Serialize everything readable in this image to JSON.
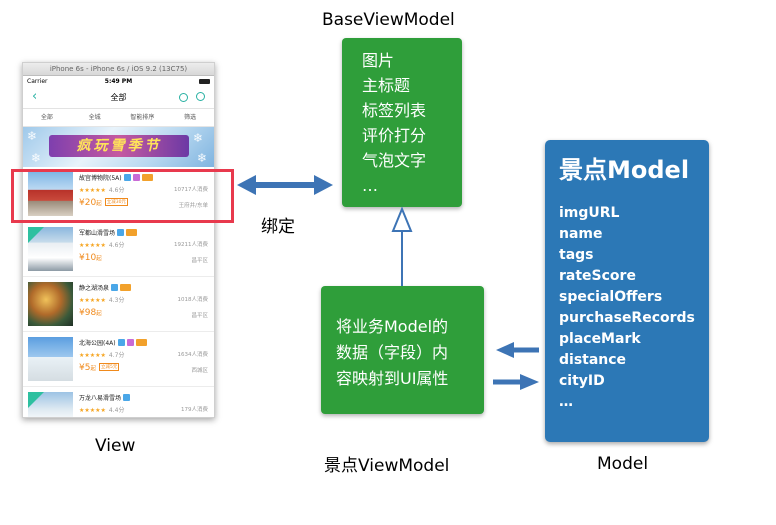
{
  "labels": {
    "base_vm_title": "BaseViewModel",
    "bind": "绑定",
    "view": "View",
    "vm_title": "景点ViewModel",
    "model": "Model"
  },
  "base_vm_fields": [
    "图片",
    "主标题",
    "标签列表",
    "评价打分",
    "气泡文字",
    "…"
  ],
  "vm_desc": [
    "将业务Model的",
    "数据（字段）内",
    "容映射到UI属性"
  ],
  "model_box": {
    "title": "景点Model",
    "props": [
      "imgURL",
      "name",
      "tags",
      "rateScore",
      "specialOffers",
      "purchaseRecords",
      "placeMark",
      "distance",
      "cityID",
      "…"
    ]
  },
  "phone": {
    "sim_title": "iPhone 6s - iPhone 6s / iOS 9.2 (13C75)",
    "carrier": "Carrier",
    "time": "5:49 PM",
    "nav_title": "全部",
    "filters": [
      "全部",
      "全城",
      "智能排序",
      "筛选"
    ],
    "banner": "疯玩雪季节",
    "rows": [
      {
        "name": "故宫博物院(5A)",
        "stars": "★★★★★",
        "score": "4.6分",
        "count": "10717人消费",
        "price": "¥20",
        "price_suffix": "起",
        "promo": "立减30元",
        "place": "王府井/东单"
      },
      {
        "name": "军都山滑雪场",
        "stars": "★★★★★",
        "score": "4.6分",
        "count": "19211人消费",
        "price": "¥10",
        "price_suffix": "起",
        "promo": "",
        "place": "昌平区"
      },
      {
        "name": "静之湖汤泉",
        "stars": "★★★★★",
        "score": "4.3分",
        "count": "1018人消费",
        "price": "¥98",
        "price_suffix": "起",
        "promo": "",
        "place": "昌平区"
      },
      {
        "name": "北海公园(4A)",
        "stars": "★★★★★",
        "score": "4.7分",
        "count": "1634人消费",
        "price": "¥5",
        "price_suffix": "起",
        "promo": "立减5元",
        "place": "西城区"
      },
      {
        "name": "万龙八易滑雪场",
        "stars": "★★★★★",
        "score": "4.4分",
        "count": "179人消费",
        "price": "",
        "price_suffix": "",
        "promo": "",
        "place": ""
      }
    ]
  },
  "colors": {
    "green_box": "#2f9e3a",
    "model_box": "#2c78b6",
    "arrow": "#3d74b5",
    "highlight": "#e8394d",
    "accent": "#29b1a3"
  }
}
